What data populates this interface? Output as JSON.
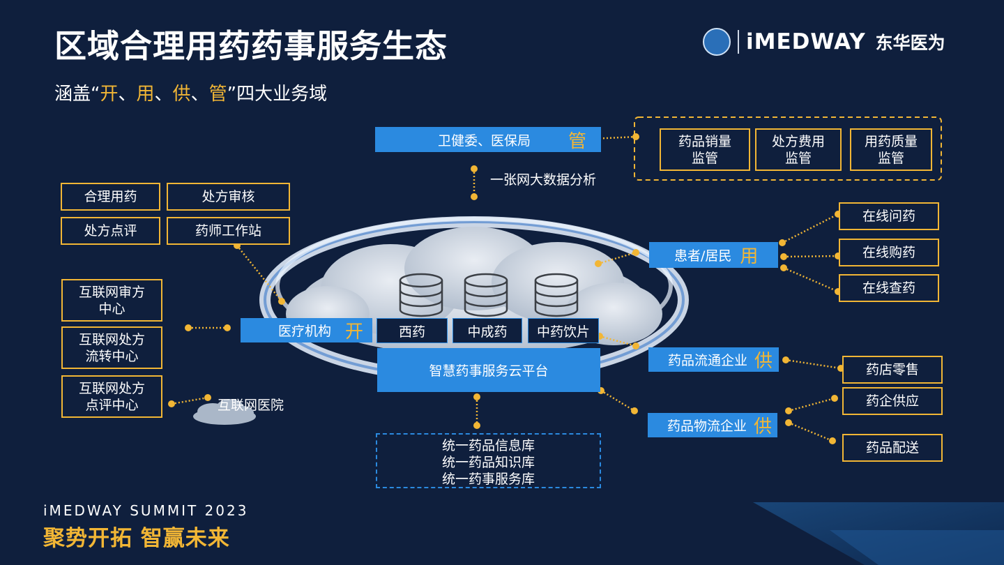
{
  "header": {
    "title": "区域合理用药药事服务生态",
    "subtitle_pre": "涵盖“",
    "subtitle_terms": [
      "开",
      "用",
      "供",
      "管"
    ],
    "subtitle_sep": "、",
    "subtitle_post": "”四大业务域"
  },
  "logo": {
    "brand": "iMEDWAY",
    "brand_cn": "东华医为"
  },
  "top": {
    "authority_label": "卫健委、医保局",
    "authority_tag": "管",
    "data_analysis": "一张网大数据分析",
    "supervision": [
      {
        "line1": "药品销量",
        "line2": "监管"
      },
      {
        "line1": "处方费用",
        "line2": "监管"
      },
      {
        "line1": "用药质量",
        "line2": "监管"
      }
    ]
  },
  "left": {
    "functions": [
      "合理用药",
      "处方审核",
      "处方点评",
      "药师工作站"
    ],
    "internet_centers": [
      {
        "line1": "互联网审方",
        "line2": "中心"
      },
      {
        "line1": "互联网处方",
        "line2": "流转中心"
      },
      {
        "line1": "互联网处方",
        "line2": "点评中心"
      }
    ],
    "internet_hospital": "互联网医院"
  },
  "center": {
    "institution_label": "医疗机构",
    "institution_tag": "开",
    "drug_types": [
      "西药",
      "中成药",
      "中药饮片"
    ],
    "platform": "智慧药事服务云平台",
    "libraries": [
      "统一药品信息库",
      "统一药品知识库",
      "统一药事服务库"
    ]
  },
  "right": {
    "patient_label": "患者/居民",
    "patient_tag": "用",
    "patient_services": [
      "在线问药",
      "在线购药",
      "在线查药"
    ],
    "distribution_label": "药品流通企业",
    "distribution_tag": "供",
    "distribution_services": [
      "药店零售"
    ],
    "logistics_label": "药品物流企业",
    "logistics_tag": "供",
    "logistics_services": [
      "药企供应",
      "药品配送"
    ]
  },
  "footer": {
    "event": "iMEDWAY SUMMIT 2023",
    "slogan": "聚势开拓 智赢未来"
  },
  "colors": {
    "background": "#0f1f3d",
    "accent_gold": "#f2b635",
    "accent_blue": "#2b8ae0"
  }
}
